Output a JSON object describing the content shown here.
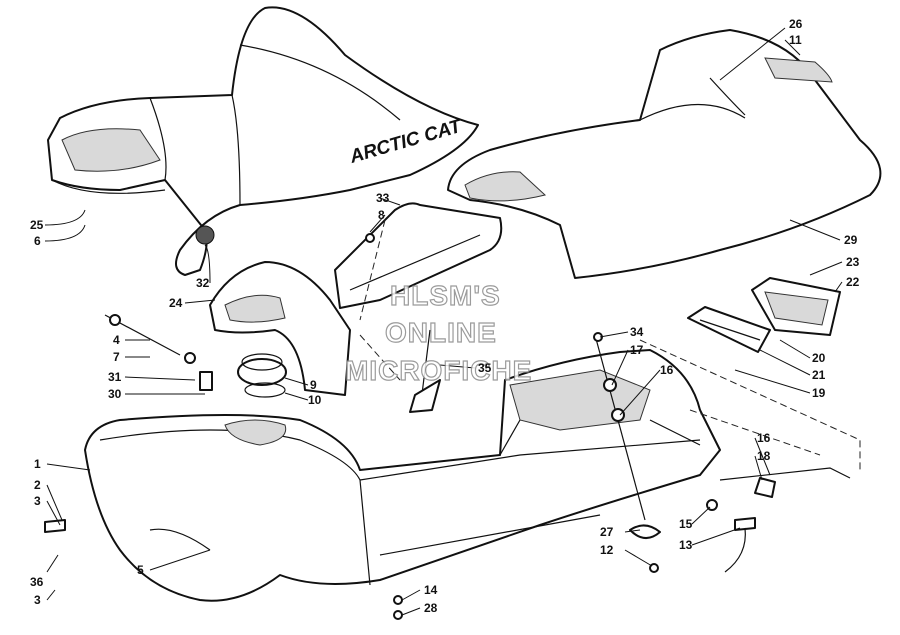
{
  "diagram": {
    "brand_text": "ARCTIC CAT",
    "watermark": [
      "HLSM'S",
      "ONLINE",
      "MICROFICHE"
    ],
    "callouts": [
      "1",
      "2",
      "3",
      "36",
      "3",
      "4",
      "7",
      "31",
      "30",
      "5",
      "25",
      "6",
      "32",
      "24",
      "33",
      "8",
      "9",
      "10",
      "35",
      "14",
      "28",
      "26",
      "11",
      "29",
      "23",
      "22",
      "20",
      "21",
      "19",
      "34",
      "17",
      "16",
      "27",
      "12",
      "16",
      "18",
      "15",
      "13"
    ]
  },
  "colors": {
    "line": "#111111",
    "shading": "#d9d9d9",
    "watermark_stroke": "#8a8a8a",
    "background": "#ffffff"
  }
}
